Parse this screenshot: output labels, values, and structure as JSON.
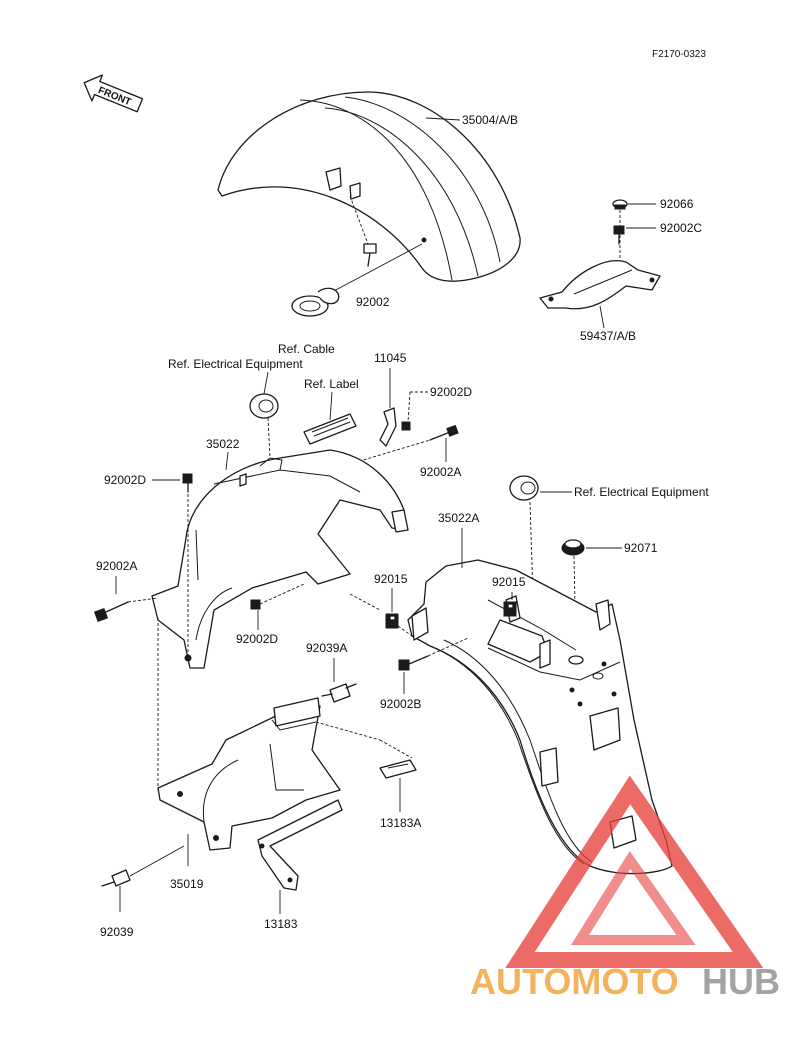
{
  "diagram_code": "F2170-0323",
  "front_label": "FRONT",
  "labels": {
    "front_fender": "35004/A/B",
    "cap_92066": "92066",
    "bolt_92002c": "92002C",
    "cover_59437": "59437/A/B",
    "bolt_92002_top": "92002",
    "ref_cable": "Ref. Cable",
    "ref_elec_left": "Ref. Electrical Equipment",
    "ref_label": "Ref. Label",
    "clamp_11045": "11045",
    "bolt_92002d_upper": "92002D",
    "bolt_92002a_upper": "92002A",
    "flap_35022": "35022",
    "bolt_92002d_left": "92002D",
    "bolt_92002a_left": "92002A",
    "bolt_92002d_lower": "92002D",
    "ref_elec_right": "Ref. Electrical Equipment",
    "rear_fender_35022a": "35022A",
    "grommet_92071": "92071",
    "nut_92015_left": "92015",
    "nut_92015_right": "92015",
    "bolt_92039a": "92039A",
    "bolt_92002b": "92002B",
    "stay_13183a": "13183A",
    "bracket_35019": "35019",
    "screw_92039": "92039",
    "stay_13183": "13183"
  },
  "watermark": {
    "text_part1": "AUTOMOTO",
    "text_part2": "HUB",
    "color_triangle": "#e8413c",
    "color_part1": "#f3b25e",
    "color_part2": "#a3a3a3"
  }
}
